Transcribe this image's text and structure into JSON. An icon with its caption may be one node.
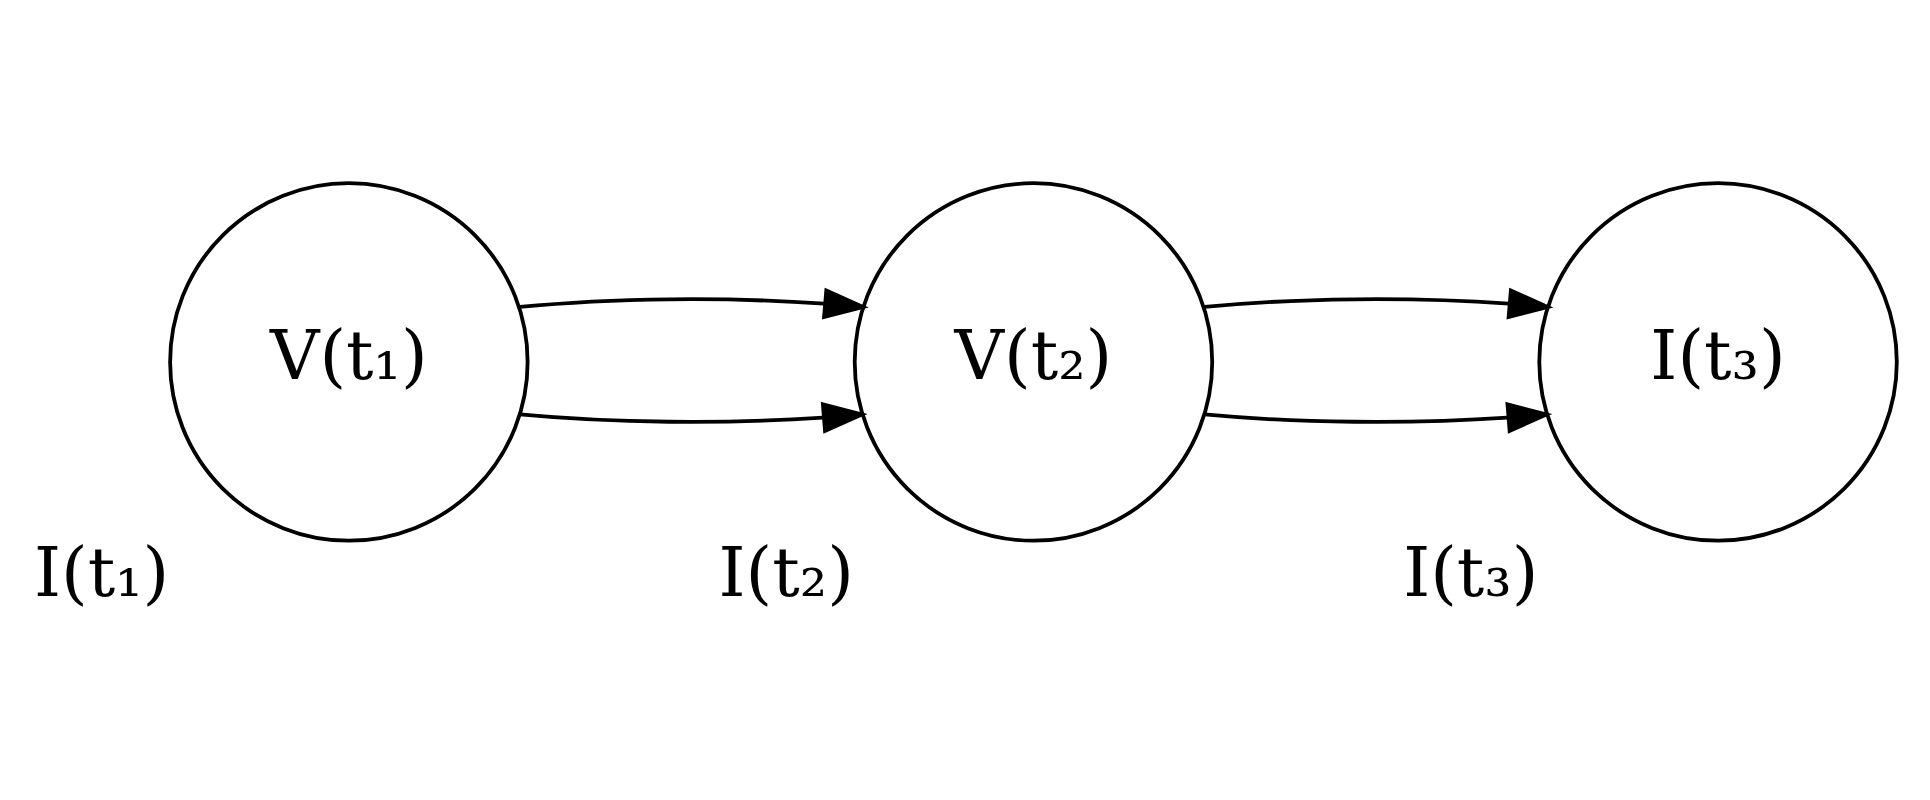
{
  "diagram": {
    "nodes": [
      {
        "text": [
          "V(t₁)"
        ],
        "beside": [
          "I(t₁)"
        ]
      },
      {
        "text": [
          "V(t₂)"
        ],
        "beside": [
          "I(t₂)"
        ]
      },
      {
        "text": [
          "I(t₃)"
        ],
        "beside": [
          "I(t₃)"
        ]
      }
    ],
    "edges": [
      {
        "from": 0,
        "to": 1,
        "arrow": "to"
      },
      {
        "from": 0,
        "to": 1,
        "arrow": "to"
      },
      {
        "from": 1,
        "to": 2,
        "arrow": "to"
      },
      {
        "from": 1,
        "to": 2,
        "arrow": "to"
      }
    ]
  }
}
